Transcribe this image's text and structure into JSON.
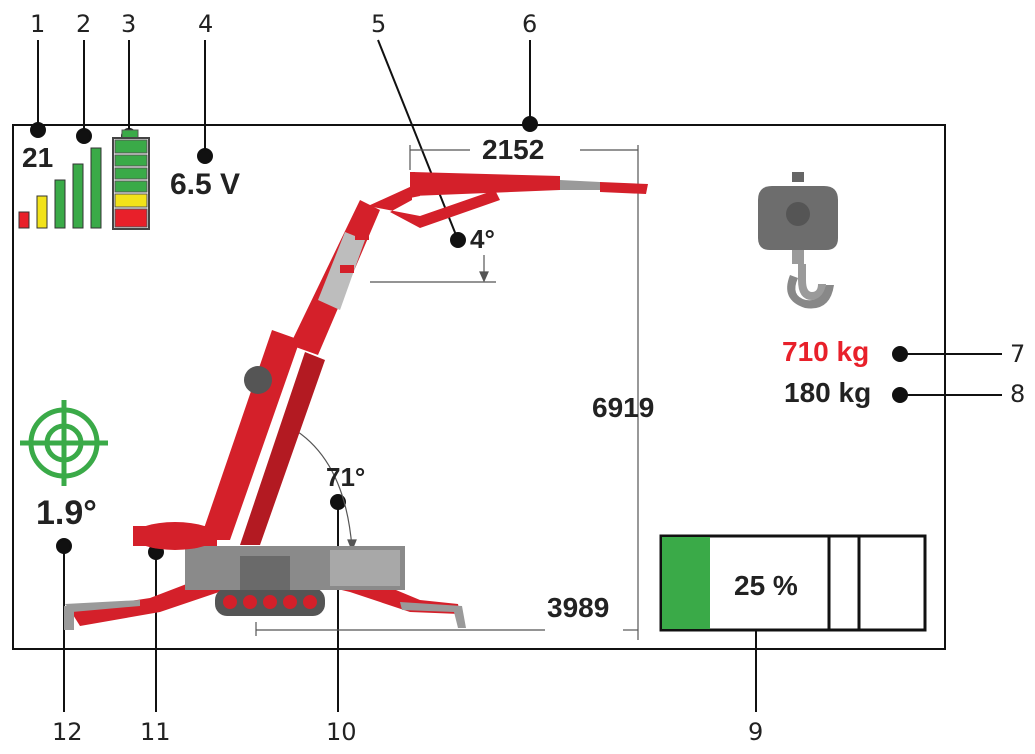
{
  "callouts": [
    "1",
    "2",
    "3",
    "4",
    "5",
    "6",
    "7",
    "8",
    "9",
    "10",
    "11",
    "12"
  ],
  "display": {
    "signal_count": "21",
    "voltage": "6.5 V",
    "boom_angle": "4°",
    "dim_top": "2152",
    "dim_height": "6919",
    "dim_bottom": "3989",
    "main_angle": "71°",
    "tilt_angle": "1.9°",
    "load_max": "710 kg",
    "load_current": "180 kg",
    "load_percent": "25 %"
  },
  "load_fraction": 0.25,
  "colors": {
    "crane_red": "#d4202a",
    "green": "#3aaa48",
    "yellow": "#f2e21a",
    "load_red": "#e8202a"
  },
  "icons": [
    "signal-strength-icon",
    "battery-icon",
    "hook-icon",
    "level-target-icon",
    "crane-illustration"
  ]
}
